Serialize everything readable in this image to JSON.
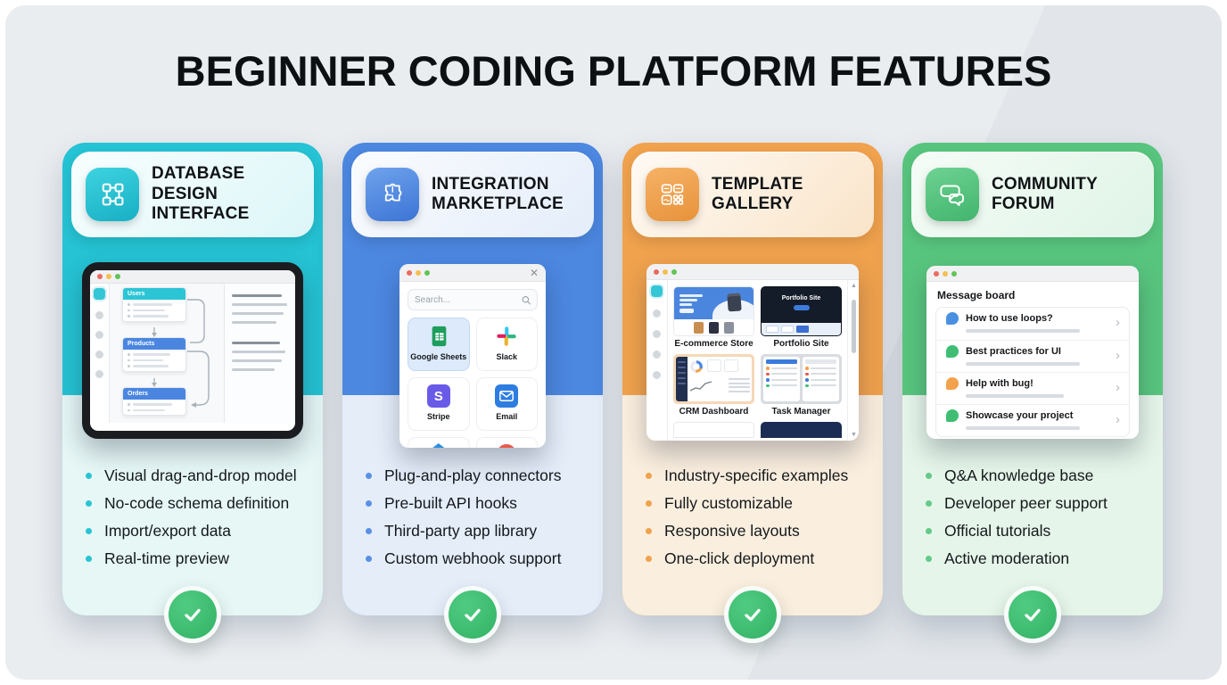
{
  "page": {
    "title": "BEGINNER CODING PLATFORM FEATURES"
  },
  "colors": {
    "card_accents": [
      "#25C3D4",
      "#4C87E0",
      "#F0A24D",
      "#58C57E"
    ],
    "check_green": "#3DBE71",
    "traffic_lights": [
      "#ED6A5E",
      "#F4BF4F",
      "#61C454"
    ]
  },
  "cards": [
    {
      "id": "database-design-interface",
      "title": "DATABASE DESIGN INTERFACE",
      "icon": "database-schema-icon",
      "bullets": [
        "Visual drag-and-drop model",
        "No-code schema definition",
        "Import/export data",
        "Real-time preview"
      ],
      "mockup": {
        "tables": [
          "Users",
          "Products",
          "Orders"
        ]
      }
    },
    {
      "id": "integration-marketplace",
      "title": "INTEGRATION MARKETPLACE",
      "icon": "puzzle-icon",
      "bullets": [
        "Plug-and-play connectors",
        "Pre-built API hooks",
        "Third-party app library",
        "Custom webhook support"
      ],
      "mockup": {
        "search_placeholder": "Search...",
        "apps": [
          "Google Sheets",
          "Slack",
          "Stripe",
          "Email"
        ]
      }
    },
    {
      "id": "template-gallery",
      "title": "TEMPLATE GALLERY",
      "icon": "grid-templates-icon",
      "bullets": [
        "Industry-specific examples",
        "Fully customizable",
        "Responsive layouts",
        "One-click deployment"
      ],
      "mockup": {
        "templates": [
          "E-commerce Store",
          "Portfolio Site",
          "CRM Dashboard",
          "Task Manager"
        ],
        "portfolio_hero": "Portfolio Site"
      }
    },
    {
      "id": "community-forum",
      "title": "COMMUNITY FORUM",
      "icon": "chat-bubbles-icon",
      "bullets": [
        "Q&A knowledge base",
        "Developer peer support",
        "Official tutorials",
        "Active moderation"
      ],
      "mockup": {
        "board_title": "Message board",
        "threads": [
          {
            "label": "How to use loops?",
            "color": "#4A90E2"
          },
          {
            "label": "Best practices for UI",
            "color": "#3FBE73"
          },
          {
            "label": "Help with bug!",
            "color": "#F2A14C"
          },
          {
            "label": "Showcase your project",
            "color": "#3FBE73"
          }
        ]
      }
    }
  ]
}
